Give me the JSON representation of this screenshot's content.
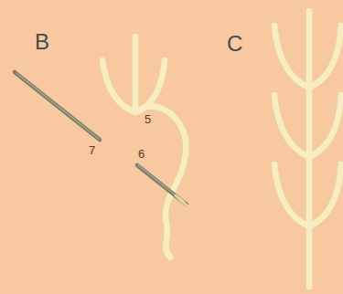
{
  "diagram": {
    "labels": [
      "B",
      "5",
      "7",
      "6",
      "C"
    ]
  }
}
